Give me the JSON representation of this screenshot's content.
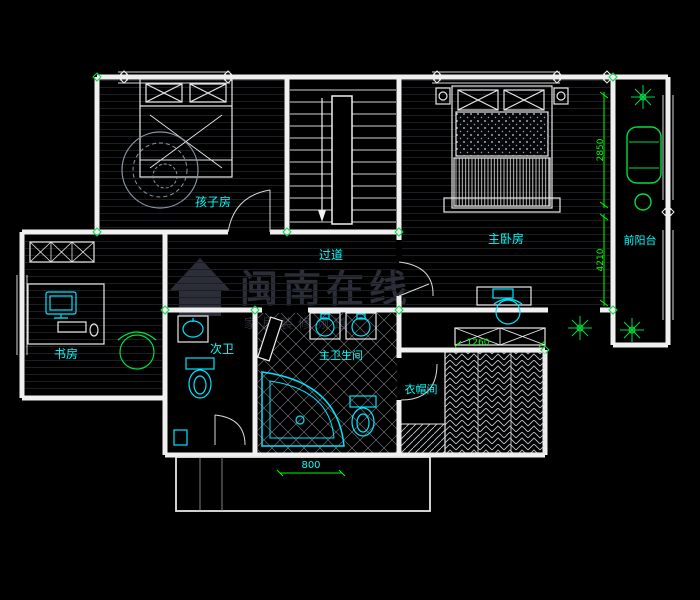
{
  "plan": {
    "rooms": {
      "children": "孩子房",
      "master": "主卧房",
      "balcony": "前阳台",
      "corridor": "过道",
      "study": "书房",
      "second_bath": "次卫",
      "master_bath": "主卫生间",
      "closet": "衣帽间"
    },
    "dims": {
      "d2850": "2850",
      "d4210": "4210",
      "d1260": "1260",
      "d800": "800"
    },
    "watermark": {
      "line1": "闽南在线",
      "line2": "家居装修频道"
    },
    "colors": {
      "wall": "#f0f0f0",
      "label": "#00ffff",
      "dimension": "#00ff00",
      "fixture": "#00e5ff",
      "furniture": "#00dd44",
      "watermark": "#2b2e38",
      "background": "#000000"
    }
  }
}
